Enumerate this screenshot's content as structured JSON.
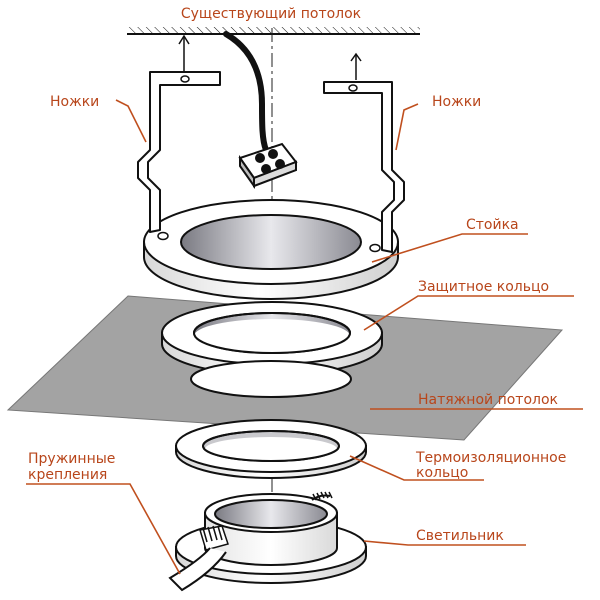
{
  "title": "Существующий потолок",
  "labels": {
    "legs_left": "Ножки",
    "legs_right": "Ножки",
    "stand": "Стойка",
    "protective_ring": "Защитное кольцо",
    "stretch_ceiling": "Натяжной потолок",
    "thermo_line1": "Термоизоляционное",
    "thermo_line2": "кольцо",
    "lamp": "Светильник",
    "spring_line1": "Пружинные",
    "spring_line2": "крепления"
  },
  "colors": {
    "label_text": "#b8461b",
    "leader_line": "#c0501f",
    "membrane": "#a3a3a3",
    "outline": "#111111"
  },
  "icons": {
    "ceiling_hatch": "hatch-icon",
    "arrows": "arrow-up-icon",
    "connector": "terminal-block-icon"
  }
}
